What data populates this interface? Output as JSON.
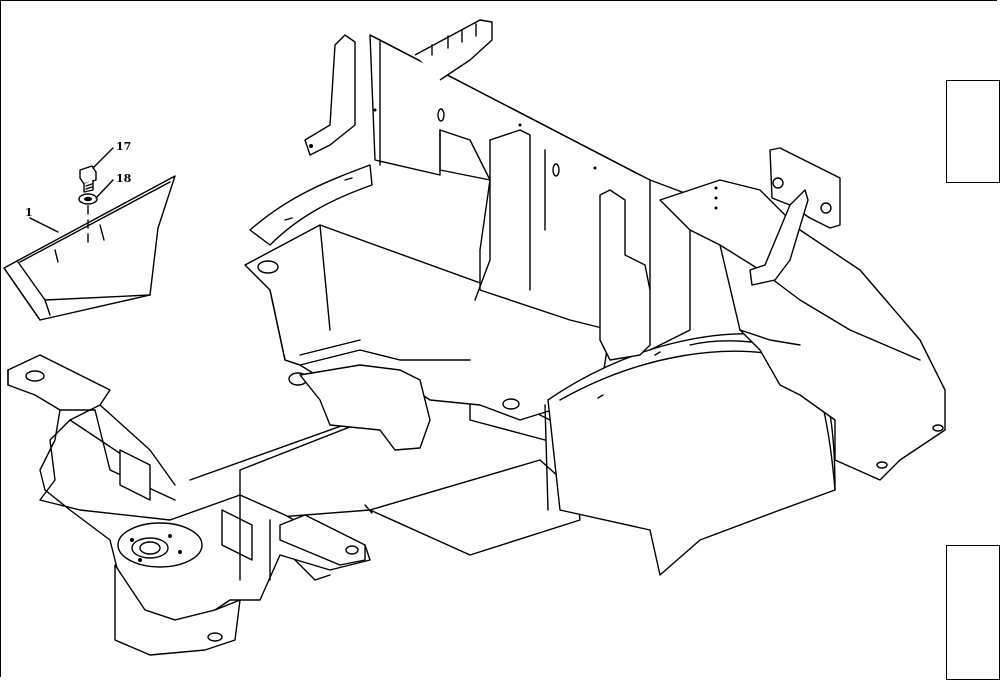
{
  "callouts": [
    {
      "id": "callout-1",
      "label": "1"
    },
    {
      "id": "callout-17",
      "label": "17"
    },
    {
      "id": "callout-18",
      "label": "18"
    }
  ]
}
